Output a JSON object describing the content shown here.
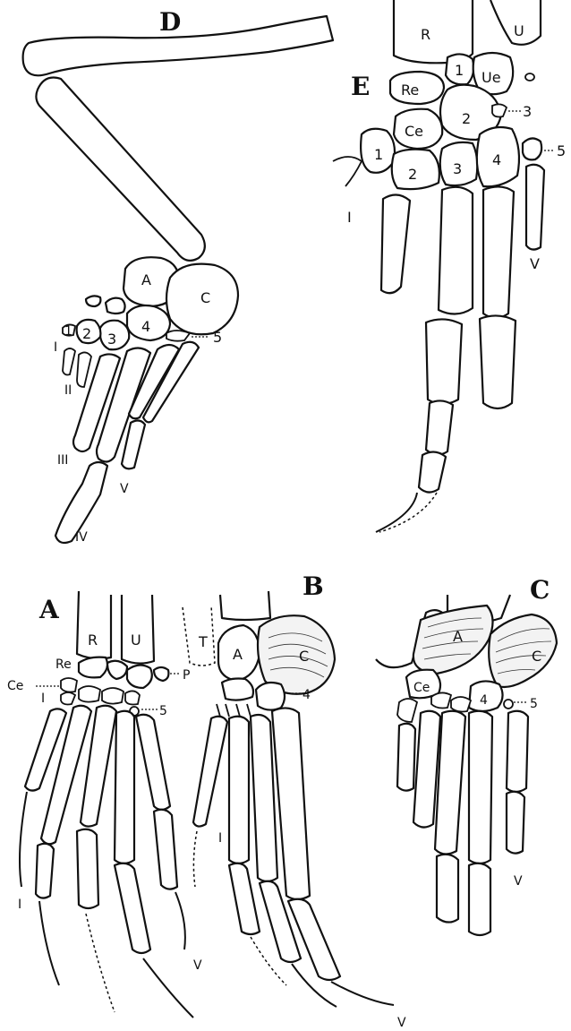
{
  "figure": {
    "panels": {
      "D": {
        "letter": "D",
        "bones": {
          "A": "A",
          "C": "C",
          "c4": "4",
          "c2": "2",
          "c3": "3",
          "c1": "1"
        },
        "side_labels": {
          "five": "5",
          "I": "I",
          "II": "II",
          "III": "III",
          "IV": "IV",
          "V": "V"
        }
      },
      "E": {
        "letter": "E",
        "bones": {
          "R": "R",
          "U": "U",
          "Ue": "Ue",
          "Re": "Re",
          "one_top": "1",
          "two_top": "2",
          "Ce": "Ce",
          "c1": "1",
          "c2": "2",
          "c3": "3",
          "c4": "4"
        },
        "side_labels": {
          "three": "3",
          "five": "5",
          "I": "I",
          "V": "V"
        }
      },
      "A": {
        "letter": "A",
        "bones": {
          "R": "R",
          "U": "U"
        },
        "side_labels": {
          "Re": "Re",
          "Ce": "Ce",
          "I_small": "I",
          "P": "P",
          "five": "5",
          "I": "I",
          "V": "V"
        }
      },
      "B": {
        "letter": "B",
        "bones": {
          "T": "T",
          "A": "A",
          "C": "C"
        },
        "side_labels": {
          "four": "4",
          "I": "I",
          "V": "V"
        }
      },
      "C": {
        "letter": "C",
        "bones": {
          "A": "A",
          "C": "C",
          "Ce": "Ce",
          "c4": "4"
        },
        "side_labels": {
          "five": "5",
          "V": "V"
        }
      }
    }
  }
}
